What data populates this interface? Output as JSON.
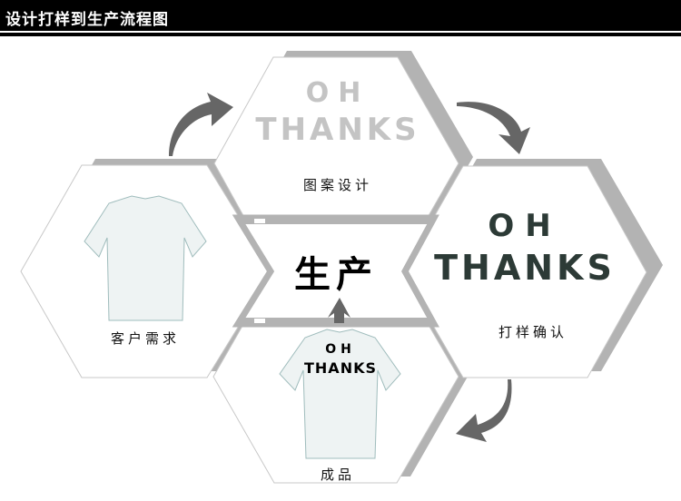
{
  "header": {
    "title": "设计打样到生产流程图"
  },
  "center": {
    "label": "生产"
  },
  "steps": [
    {
      "label": "客户需求",
      "image": "blank-tshirt"
    },
    {
      "label": "图案设计",
      "image": "oh-thanks-design",
      "art_line1": "OH",
      "art_line2": "THANKS"
    },
    {
      "label": "打样确认",
      "image": "oh-thanks-sample",
      "art_line1": "OH",
      "art_line2": "THANKS"
    },
    {
      "label": "成品",
      "image": "printed-tshirt",
      "art_line1": "OH",
      "art_line2": "THANKS"
    }
  ],
  "colors": {
    "frame": "#b3b3b3",
    "arrow": "#666666",
    "header_bg": "#000000"
  }
}
